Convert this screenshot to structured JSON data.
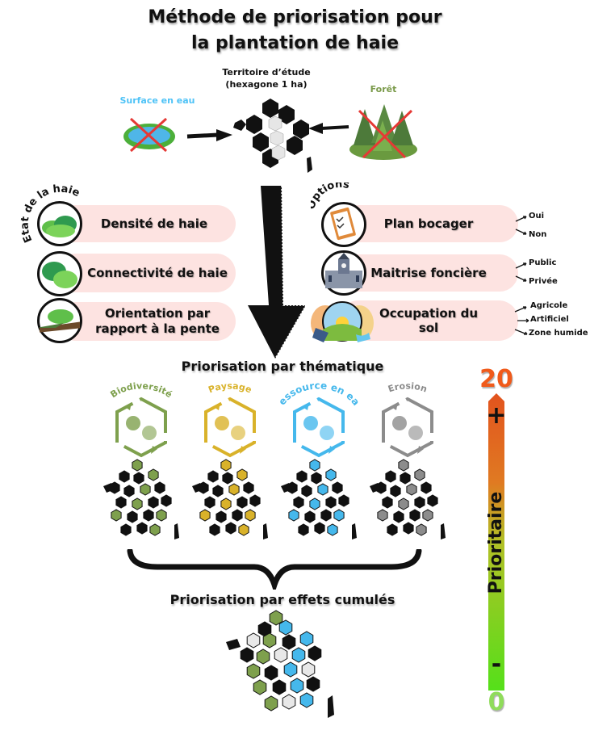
{
  "title": {
    "line1": "Méthode de priorisation pour",
    "line2": "la plantation de haie"
  },
  "inputs": {
    "water": {
      "label": "Surface en eau",
      "color": "#4fc3f7",
      "excluded": true
    },
    "territory": {
      "line1": "Territoire d’étude",
      "line2": "(hexagone 1 ha)"
    },
    "forest": {
      "label": "Forêt",
      "color": "#7a9a4a",
      "excluded": true
    }
  },
  "hedge_state": {
    "group_label": "Etat de la haie",
    "items": [
      {
        "label": "Densité de haie",
        "icon": "hedge-density-icon"
      },
      {
        "label": "Connectivité de haie",
        "icon": "hedge-connectivity-icon"
      },
      {
        "label": "Orientation par rapport à la pente",
        "icon": "hedge-slope-icon"
      }
    ]
  },
  "options": {
    "group_label": "Options",
    "items": [
      {
        "label": "Plan bocager",
        "icon": "clipboard-checklist-icon",
        "choices": [
          "Oui",
          "Non"
        ]
      },
      {
        "label": "Maitrise foncière",
        "icon": "town-hall-icon",
        "choices": [
          "Public",
          "Privée"
        ]
      },
      {
        "label": "Occupation du sol",
        "icon": "land-use-icon",
        "choices": [
          "Agricole",
          "Artificiel",
          "Zone humide"
        ]
      }
    ]
  },
  "thematic": {
    "heading": "Priorisation par thématique",
    "themes": [
      {
        "label": "Biodiversité",
        "color": "#7ea04d",
        "icon": "biodiversity-icon"
      },
      {
        "label": "Paysage",
        "color": "#d9b22a",
        "icon": "landscape-icon"
      },
      {
        "label": "Ressource en eau",
        "color": "#45b8ec",
        "icon": "water-resource-icon"
      },
      {
        "label": "Erosion",
        "color": "#8c8c8c",
        "icon": "erosion-icon"
      }
    ]
  },
  "cumulative": {
    "heading": "Priorisation par effets cumulés"
  },
  "scale": {
    "max": "20",
    "min": "0",
    "plus": "+",
    "minus": "-",
    "label": "Prioritaire",
    "max_color": "#f05a1a",
    "min_color": "#8fdc5a"
  }
}
